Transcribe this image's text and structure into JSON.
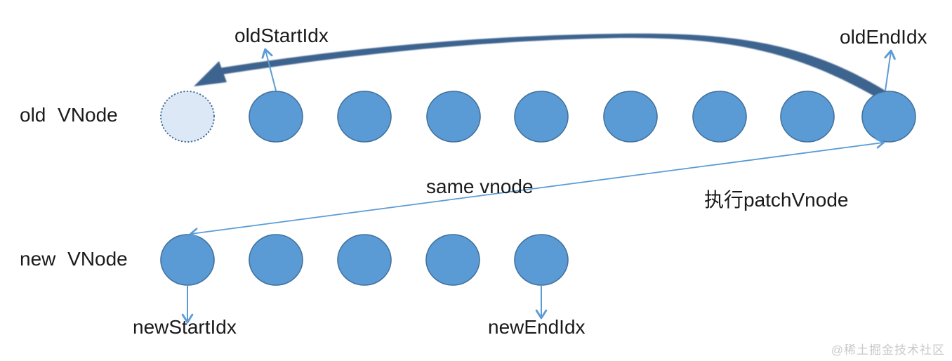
{
  "diagram": {
    "title_context": "vnode diff (patchVnode) illustration",
    "labels": {
      "old_row": "old VNode",
      "new_row": "new VNode",
      "old_start_idx": "oldStartIdx",
      "old_end_idx": "oldEndIdx",
      "new_start_idx": "newStartIdx",
      "new_end_idx": "newEndIdx",
      "same_vnode": "same vnode",
      "patch_vnode": "执行patchVnode"
    },
    "old_row": {
      "node_count": 9,
      "first_node_style": "dotted-ghost"
    },
    "new_row": {
      "node_count": 5
    },
    "colors": {
      "node_fill": "#5b9bd5",
      "node_stroke": "#41719c",
      "ghost_fill": "#dce8f5",
      "ghost_stroke": "#3f6c9d",
      "connector": "#5b9bd5",
      "move_arrow": "#3d648f",
      "text": "#1a1a1a",
      "watermark": "#c9c9c9"
    }
  },
  "watermark": "@稀土掘金技术社区"
}
